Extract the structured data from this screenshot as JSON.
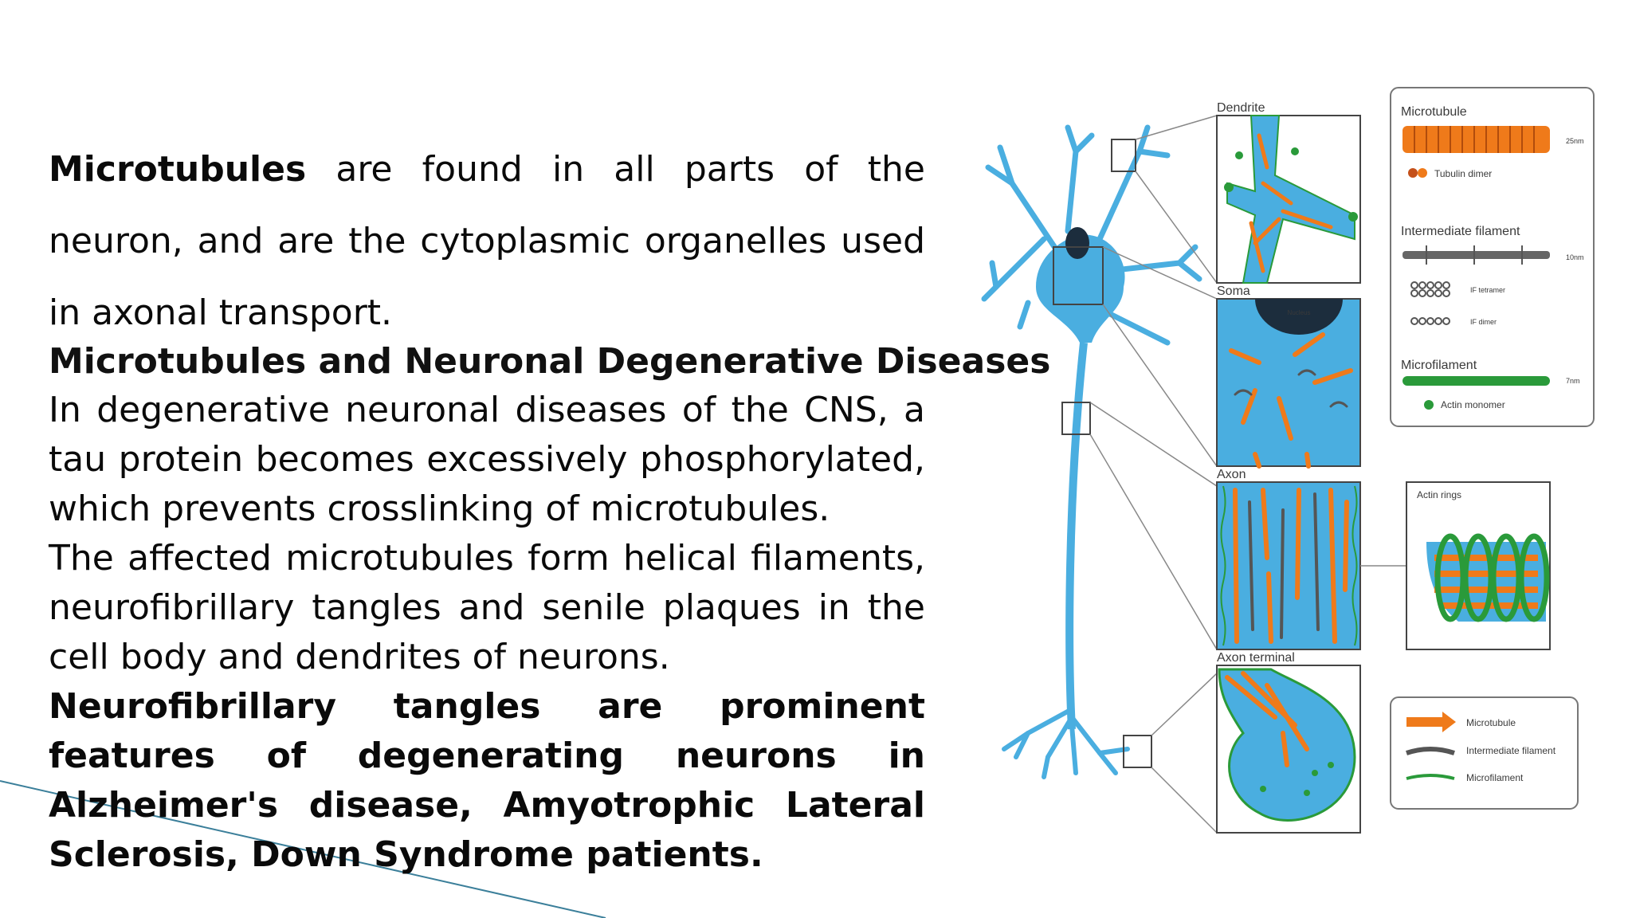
{
  "slide": {
    "p1": {
      "bold_lead": "Microtubules",
      "text": " are found in all parts of the neuron, and are the cytoplasmic organelles used in axonal transport."
    },
    "heading": "Microtubules and Neuronal Degenerative Diseases",
    "p2": "In degenerative neuronal diseases of the CNS, a tau protein becomes excessively phosphorylated, which prevents crosslinking of microtubules.",
    "p3": "The affected microtubules form helical filaments, neurofibrillary tangles and senile plaques in the cell body and dendrites of neurons.",
    "p4": "Neurofibrillary tangles are prominent features of degenerating neurons in Alzheimer's disease, Amyotrophic Lateral Sclerosis, Down Syndrome patients."
  },
  "figure": {
    "panel_labels": {
      "dendrite": "Dendrite",
      "soma": "Soma",
      "axon": "Axon",
      "axon_terminal": "Axon terminal",
      "nucleus": "Nucleus",
      "actin_rings": "Actin rings"
    },
    "filament_types": {
      "microtubule": {
        "title": "Microtubule",
        "size": "25nm",
        "subunit": "Tubulin dimer"
      },
      "intermediate_filament": {
        "title": "Intermediate filament",
        "size": "10nm",
        "tetramer": "IF tetramer",
        "dimer": "IF dimer"
      },
      "microfilament": {
        "title": "Microfilament",
        "size": "7nm",
        "subunit": "Actin monomer"
      }
    },
    "legend": {
      "microtubule": "Microtubule",
      "intermediate_filament": "Intermediate filament",
      "microfilament": "Microfilament"
    },
    "colors": {
      "neuron": "#4aaee0",
      "microtubule": "#ef7a1a",
      "intermediate_filament": "#555555",
      "microfilament": "#2a9a3a"
    }
  }
}
